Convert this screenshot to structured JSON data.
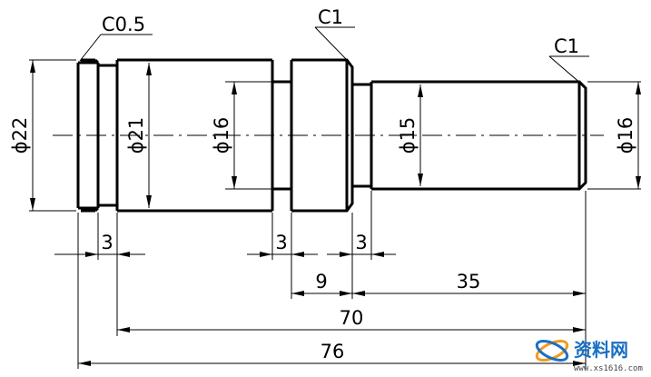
{
  "chamfers": {
    "left": "C0.5",
    "middle": "C1",
    "right": "C1"
  },
  "diameters": {
    "d22": "ϕ22",
    "d21": "ϕ21",
    "d16a": "ϕ16",
    "d15": "ϕ15",
    "d16b": "ϕ16"
  },
  "lengths": {
    "g1": "3",
    "g2": "3",
    "g3": "3",
    "l9": "9",
    "l35": "35",
    "l70": "70",
    "l76": "76"
  },
  "watermark": {
    "text": "资料网",
    "url": "www.xs1616.com"
  },
  "colors": {
    "watermark_blue": "#1a6fc4",
    "watermark_orange": "#f39a1e"
  }
}
